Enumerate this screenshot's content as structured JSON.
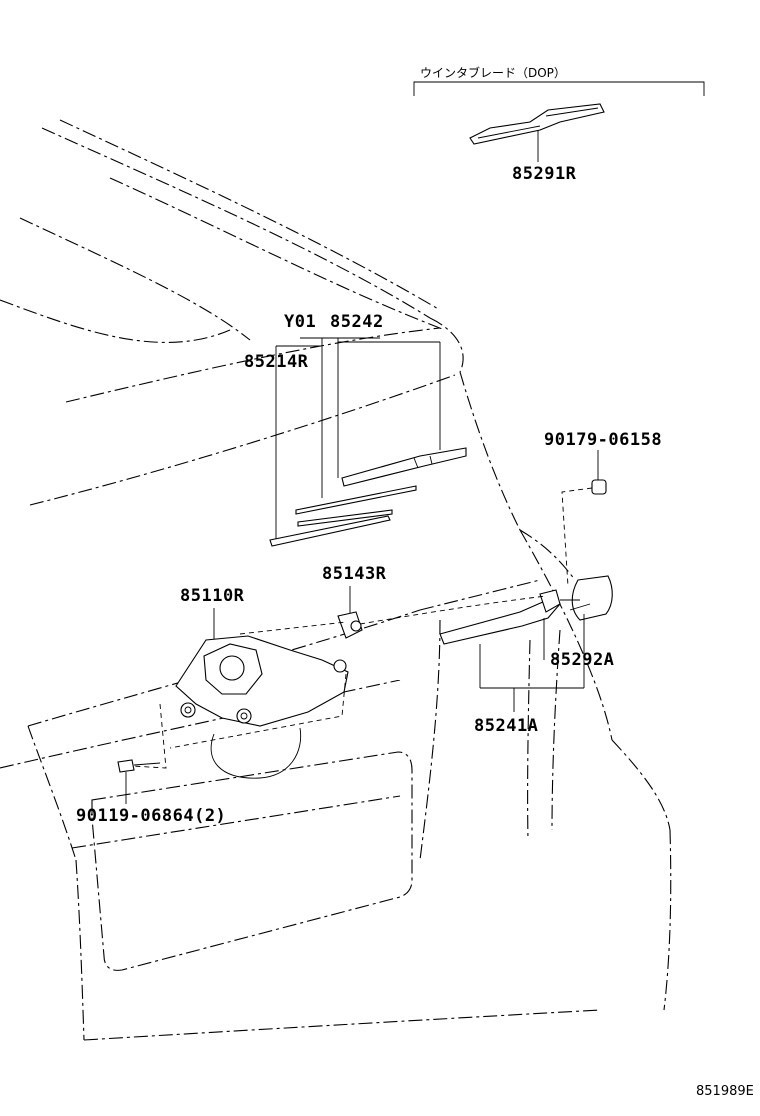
{
  "group": {
    "caption": "ウインタブレード（DOP）"
  },
  "parts": {
    "blade_dop": "85291R",
    "y01": "Y01",
    "blade_assy": "85242",
    "blade_rubber": "85214R",
    "nut": "90179-06158",
    "grommet": "85143R",
    "motor": "85110R",
    "cap": "85292A",
    "arm": "85241A",
    "bolt": "90119-06864(2)"
  },
  "diagram_code": "851989E"
}
